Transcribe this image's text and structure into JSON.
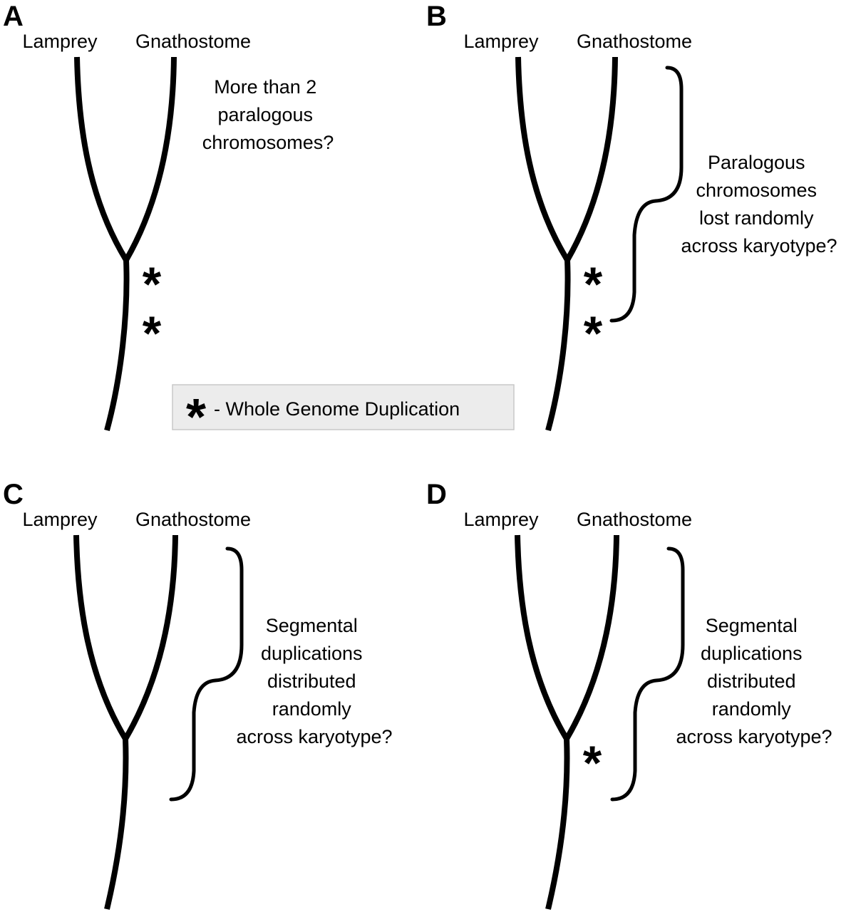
{
  "panels": [
    {
      "letter": "A",
      "taxa": {
        "left": "Lamprey",
        "right": "Gnathostome"
      },
      "note": [
        "More than 2",
        "paralogous",
        "chromosomes?"
      ],
      "duplications": 2
    },
    {
      "letter": "B",
      "taxa": {
        "left": "Lamprey",
        "right": "Gnathostome"
      },
      "note": [
        "Paralogous",
        "chromosomes",
        "lost randomly",
        "across karyotype?"
      ],
      "duplications": 2
    },
    {
      "letter": "C",
      "taxa": {
        "left": "Lamprey",
        "right": "Gnathostome"
      },
      "note": [
        "Segmental",
        "duplications",
        "distributed",
        "randomly",
        "across karyotype?"
      ],
      "duplications": 0
    },
    {
      "letter": "D",
      "taxa": {
        "left": "Lamprey",
        "right": "Gnathostome"
      },
      "note": [
        "Segmental",
        "duplications",
        "distributed",
        "randomly",
        "across karyotype?"
      ],
      "duplications": 1
    }
  ],
  "legend": {
    "symbol": "*",
    "label": "- Whole Genome Duplication"
  },
  "colors": {
    "line": "#000000",
    "legend_fill": "#ececec",
    "legend_border": "#c8c8c8"
  }
}
